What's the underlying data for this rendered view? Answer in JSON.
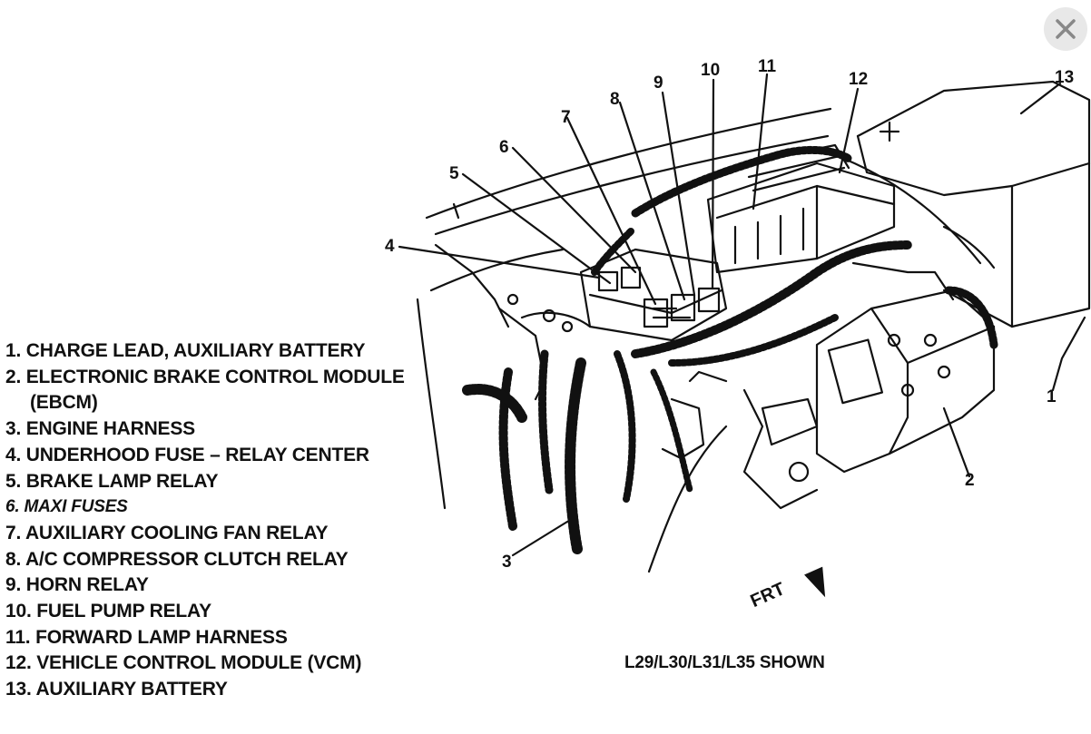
{
  "callouts": [
    "1",
    "2",
    "3",
    "4",
    "5",
    "6",
    "7",
    "8",
    "9",
    "10",
    "11",
    "12",
    "13"
  ],
  "legend": [
    "1. CHARGE LEAD, AUXILIARY BATTERY",
    "2. ELECTRONIC BRAKE CONTROL MODULE",
    "(EBCM)",
    "3. ENGINE HARNESS",
    "4. UNDERHOOD FUSE – RELAY CENTER",
    "5. BRAKE LAMP RELAY",
    "6. MAXI FUSES",
    "7. AUXILIARY COOLING FAN RELAY",
    "8. A/C COMPRESSOR CLUTCH RELAY",
    "9. HORN RELAY",
    "10. FUEL PUMP RELAY",
    "11. FORWARD LAMP HARNESS",
    "12. VEHICLE CONTROL MODULE (VCM)",
    "13. AUXILIARY BATTERY"
  ],
  "caption": "L29/L30/L31/L35 SHOWN",
  "direction_label": "FRT",
  "icons": {
    "close": "close-icon",
    "direction": "arrow-icon"
  },
  "colors": {
    "ink": "#111111",
    "background": "#ffffff",
    "close_bg": "#e8e8e8",
    "close_x": "#888888"
  }
}
